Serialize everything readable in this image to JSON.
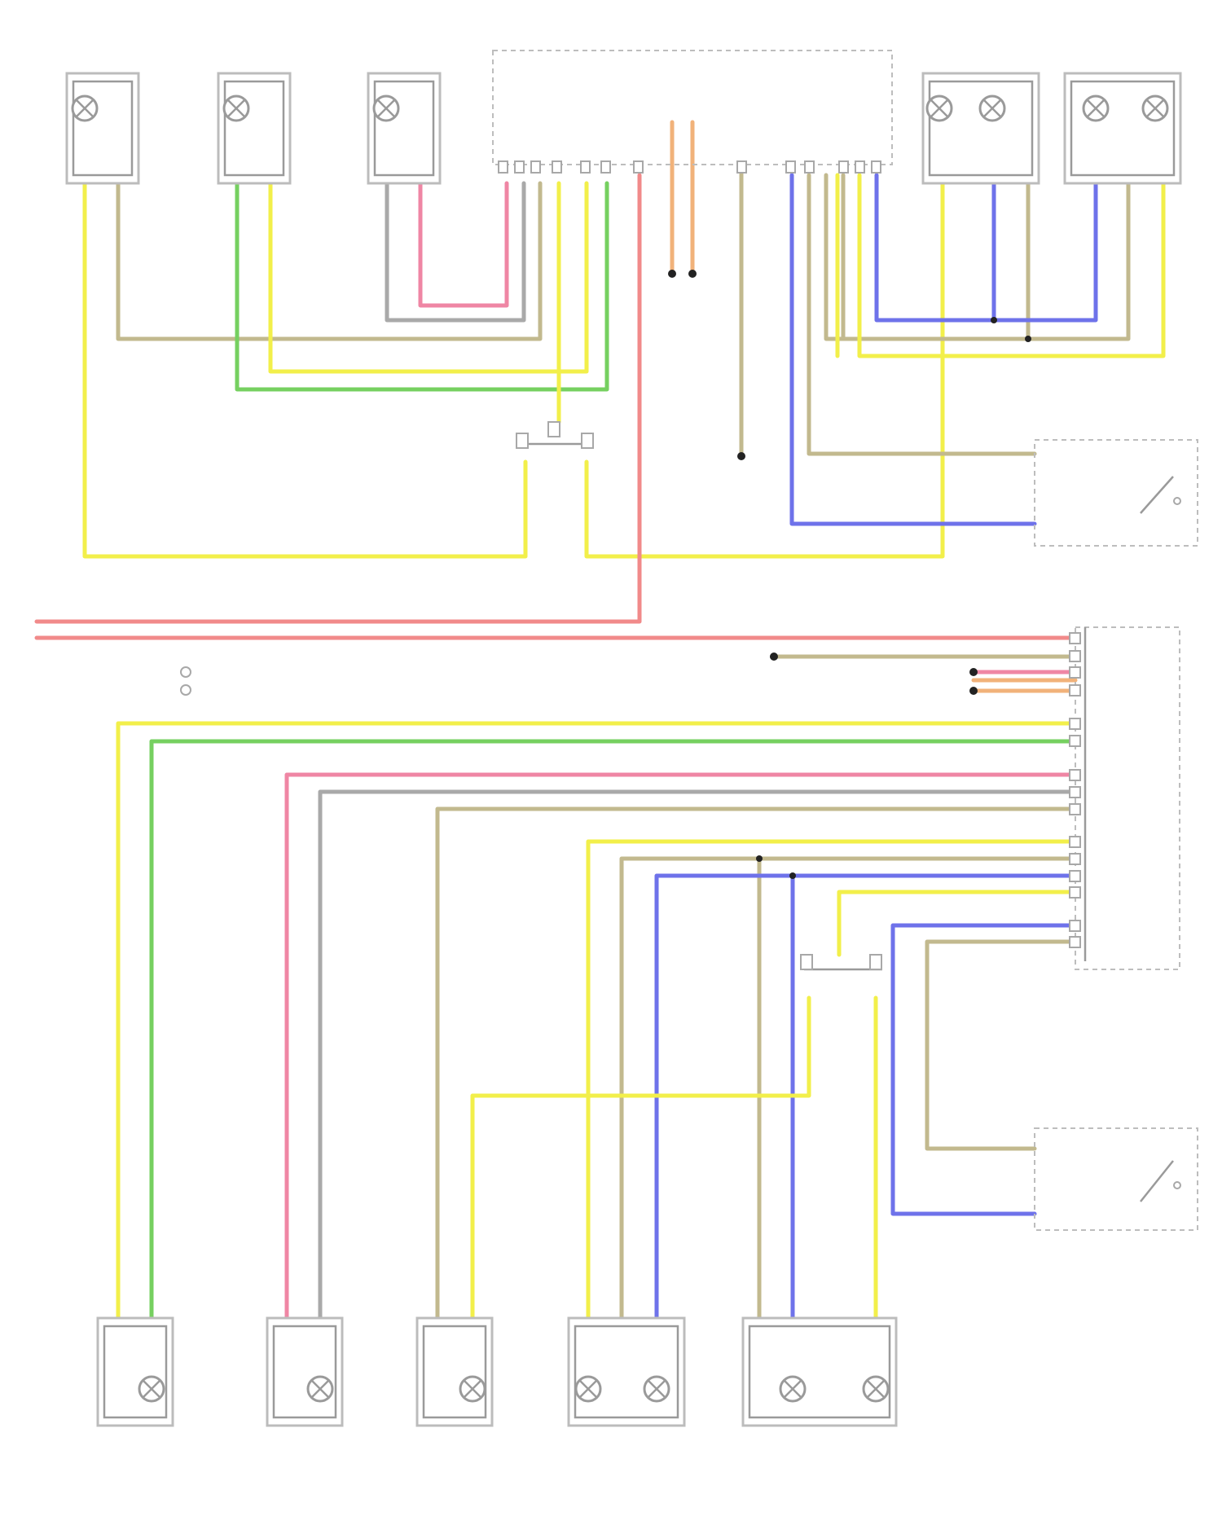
{
  "colors": {
    "yellow": "#f2ef4a",
    "tan": "#c2b98e",
    "green": "#76d060",
    "pink": "#ef86a4",
    "gray": "#a9a9a9",
    "red": "#f18a8a",
    "blue": "#6e72ea",
    "orange": "#f1b27a"
  },
  "footer": "",
  "top_components": [
    {
      "id": "tl1",
      "label": ""
    },
    {
      "id": "tl2",
      "label": ""
    },
    {
      "id": "tl3",
      "label": ""
    },
    {
      "id": "tr1",
      "label": ""
    },
    {
      "id": "tr2",
      "label": ""
    }
  ],
  "control_unit_top": {
    "label": ""
  },
  "right_module": {
    "label": ""
  },
  "right_switch": {
    "label": "",
    "sub": ""
  },
  "left_switch": {
    "label": "",
    "sub": ""
  },
  "legend": [
    "",
    ""
  ],
  "bottom_components": [
    {
      "id": "b1",
      "label": ""
    },
    {
      "id": "b2",
      "label": ""
    },
    {
      "id": "b3",
      "label": ""
    },
    {
      "id": "b4",
      "label": ""
    },
    {
      "id": "b5",
      "label": ""
    }
  ],
  "notes": {
    "can_bus_top": "",
    "ground_top": "",
    "ground_mid": "",
    "can_bus_mid": ""
  }
}
